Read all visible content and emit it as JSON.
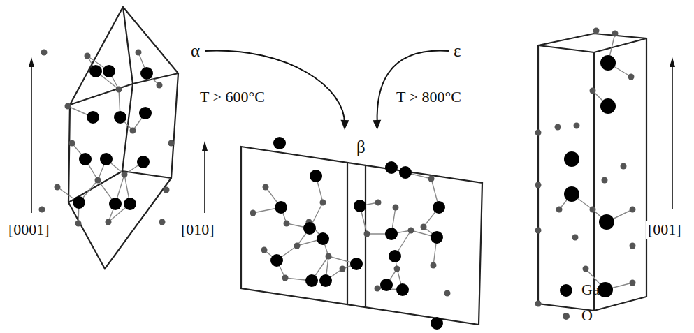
{
  "diagram": {
    "nodes": [
      {
        "text": [
          "α"
        ]
      },
      {
        "text": [
          "ε"
        ]
      },
      {
        "text": [
          "β"
        ]
      }
    ],
    "edges": [
      {
        "from": 0,
        "to": 2,
        "label": "T > 600°C",
        "arrow": "to"
      },
      {
        "from": 1,
        "to": 2,
        "label": "T > 800°C",
        "arrow": "to"
      }
    ],
    "labels": [
      "[0001]",
      "[010]",
      "[001]"
    ],
    "legend": [
      {
        "text": "Ga",
        "color": "#000000"
      },
      {
        "text": "O",
        "color": "#555555"
      }
    ]
  }
}
